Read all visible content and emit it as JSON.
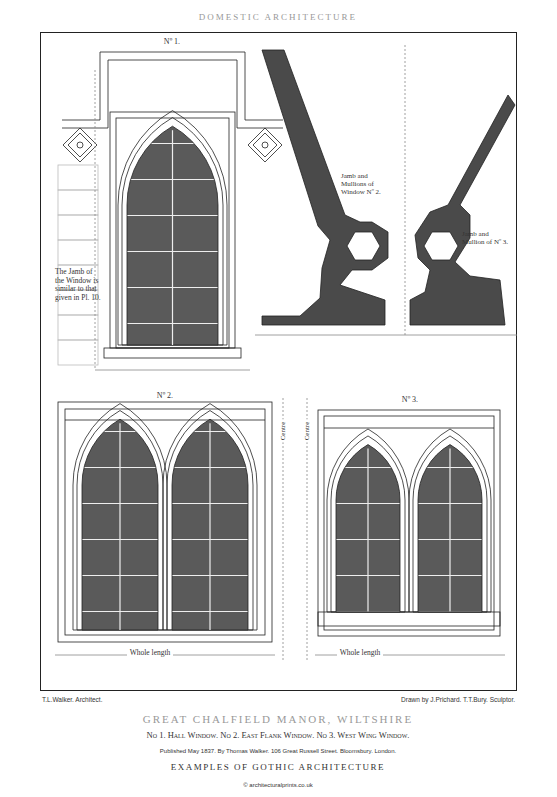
{
  "diagram": {
    "title": "GREAT CHALFIELD MANOR, WILTSHIRE",
    "caption": "No 1. Hall Window. No 2. East Flank Window. No 3. West Wing Window.",
    "labels": [
      "DOMESTIC ARCHITECTURE",
      "Nº 1.",
      "The Jamb of the Window is similar to that given in Pl. 10.",
      "Jamb and Mullions of Window Nº 2.",
      "Jamb and Mullion of Nº 3.",
      "Nº 2.",
      "Centre",
      "Whole length",
      "Nº 3.",
      "Centre",
      "Whole length",
      "T.L.Walker. Architect.",
      "Drawn by J.Prichard. T.T.Bury. Sculptor.",
      "Published May 1837. By Thomas Walker. 106 Great Russell Street. Bloomsbury. London.",
      "EXAMPLES OF GOTHIC ARCHITECTURE",
      "© architecturalprints.co.uk"
    ]
  }
}
